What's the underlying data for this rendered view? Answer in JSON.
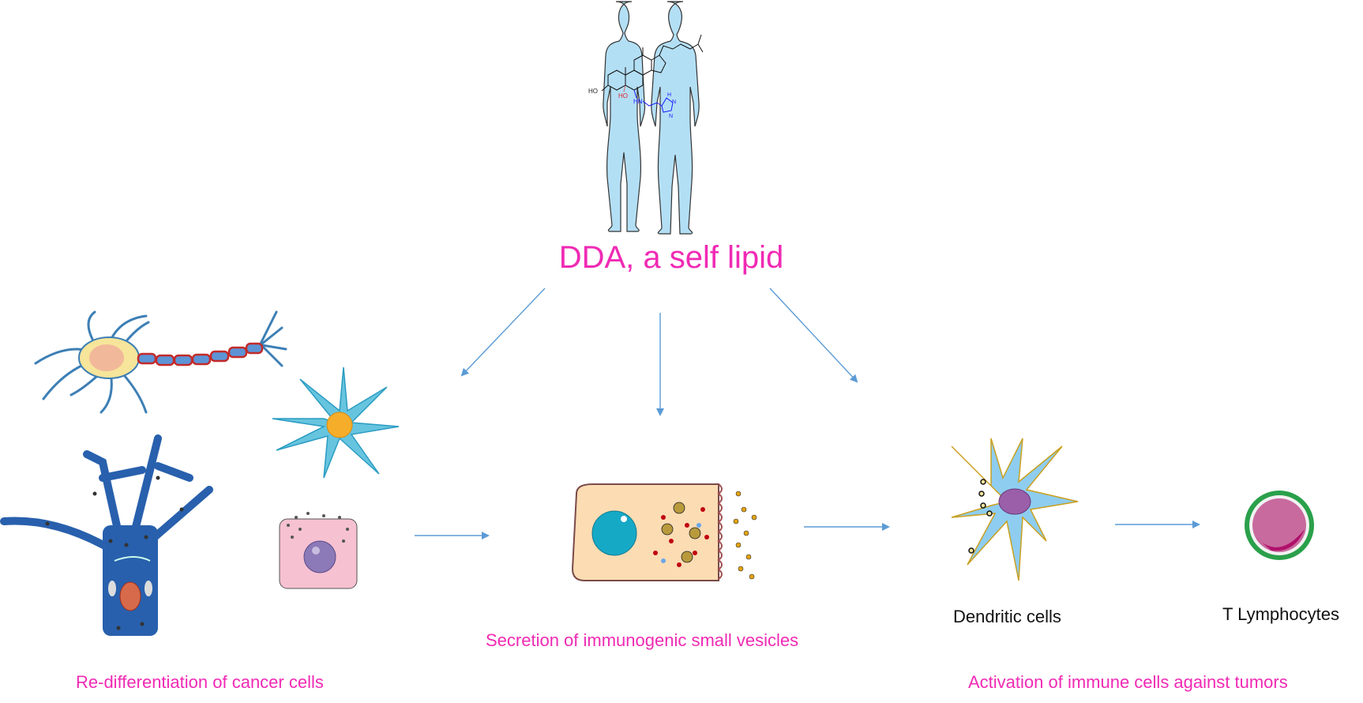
{
  "figure": {
    "title": "DDA, a self lipid",
    "molecule_labels": {
      "hydroxyl_1": "HO",
      "hydroxyl_2": "HO",
      "amine": "HN",
      "imidazole_nh": "H",
      "imidazole_n1": "N",
      "imidazole_n2": "N"
    },
    "branches": [
      {
        "id": "redifferentiation",
        "caption": "Re-differentiation of  cancer cells"
      },
      {
        "id": "secretion",
        "caption": "Secretion of immunogenic small vesicles"
      },
      {
        "id": "activation",
        "caption": "Activation of immune cells against tumors"
      }
    ],
    "cell_labels": {
      "dendritic": "Dendritic cells",
      "t_lymphocytes": "T Lymphocytes"
    },
    "colors": {
      "caption_pink": "#f02ab4",
      "arrow_blue": "#5b9bd5",
      "body_blue": "#b3dff5",
      "molecule_blue": "#1a1aff",
      "molecule_red": "#e0202a"
    }
  }
}
